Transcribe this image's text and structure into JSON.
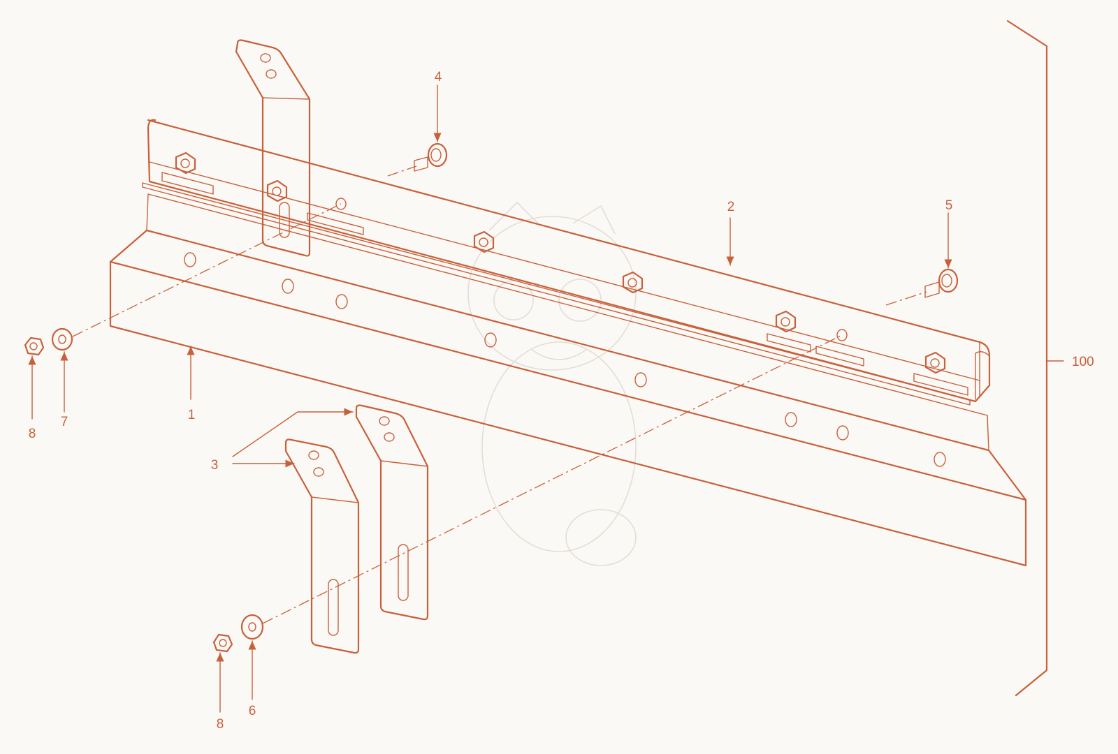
{
  "figure": {
    "title": "",
    "labels": {
      "part1": "1",
      "part2": "2",
      "part3": "3",
      "part4": "4",
      "part5": "5",
      "part6": "6",
      "part7": "7",
      "part8_upper": "8",
      "part8_lower": "8",
      "assembly": "100"
    }
  },
  "colors": {
    "line": "#c8603a",
    "background": "#fbf9f6",
    "watermark": "#e3ddd6"
  }
}
